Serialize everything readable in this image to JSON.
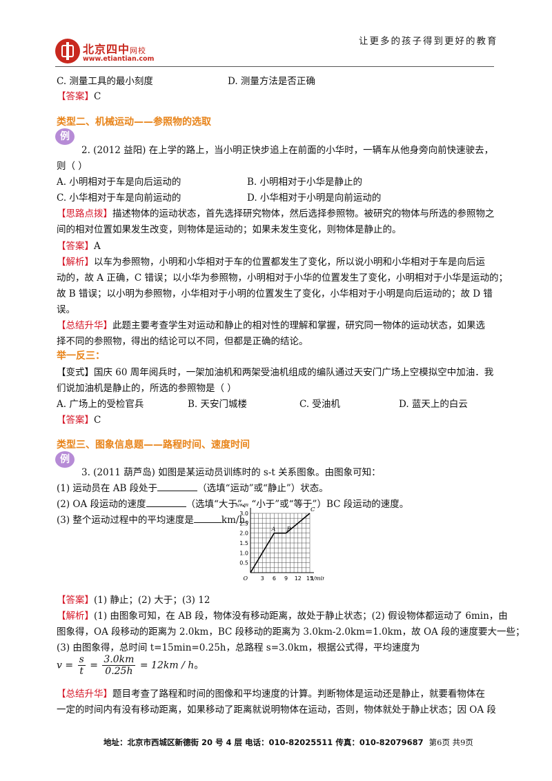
{
  "header": {
    "slogan": "让更多的孩子得到更好的教育",
    "logo_text": "北京四中",
    "logo_sub": "网校",
    "logo_url": "www.etiantian.com"
  },
  "top_options": {
    "c": "C. 测量工具的最小刻度",
    "d": "D. 测量方法是否正确"
  },
  "answer_label": "【答案】",
  "q1_answer": "C",
  "type2": {
    "title": "类型二、机械运动——参照物的选取",
    "example_icon": "例",
    "q_line1": "2. (2012 益阳) 在上学的路上，当小明正快步追上在前面的小华时，一辆车从他身旁向前快速驶去，",
    "q_line2": "则（     ）",
    "opt_a": "A. 小明相对于车是向后运动的",
    "opt_b": "B. 小明相对于小华是静止的",
    "opt_c": "C. 小华相对于车是向前运动的",
    "opt_d": "D. 小华相对于小明是向前运动的",
    "hint_label": "【思路点拨】",
    "hint_line1": "描述物体的运动状态，首先选择研究物体，然后选择参照物。被研究的物体与所选的参照物之",
    "hint_line2": "间的相对位置如果发生改变，则物体是运动的；如果未发生变化，则物体是静止的。",
    "answer": "A",
    "analysis_label": "【解析】",
    "analysis_line1": "以车为参照物，小明和小华相对于车的位置都发生了变化，所以说小明和小华相对于车是向后运",
    "analysis_line2": "动的，故 A 正确，C 错误；以小华为参照物，小明相对于小华的位置发生了变化，小明相对于小华是运动的；",
    "analysis_line3": "故 B 错误；以小明为参照物，小华相对于小明的位置发生了变化，小华相对于小明是向后运动的；故 D 错",
    "analysis_line4": "误。",
    "summary_label": "【总结升华】",
    "summary_line1": "此题主要考查学生对运动和静止的相对性的理解和掌握，研究同一物体的运动状态，如果选",
    "summary_line2": "择不同的参照物，得出的结论可以不同，但都是正确的结论。",
    "practice_title": "举一反三：",
    "variant_line1": "【变式】国庆 60 周年阅兵时，一架加油机和两架受油机组成的编队通过天安门广场上空模拟空中加油．我",
    "variant_line2": "们说加油机是静止的，所选的参照物是（     ）",
    "v_opt_a": "A. 广场上的受检官兵",
    "v_opt_b": "B. 天安门城楼",
    "v_opt_c": "C. 受油机",
    "v_opt_d": "D. 蓝天上的白云",
    "variant_answer": "C"
  },
  "type3": {
    "title": "类型三、图象信息题——路程时间、速度时间",
    "example_icon": "例",
    "q_line1": "3. (2011 葫芦岛) 如图是某运动员训练时的 s-t 关系图象。由图象可知：",
    "q_1a": "(1) 运动员在 AB 段处于",
    "q_1b": "（选填“运动”或“静止”）状态。",
    "q_2a": "(2) OA 段运动的速度",
    "q_2b": "（选填“大于”、“小于”或“等于”）BC 段运动的速度。",
    "q_3a": "(3) 整个运动过程中的平均速度是",
    "q_3b": "km/h。",
    "answer": "(1) 静止；(2) 大于；(3) 12",
    "analysis_label": "【解析】",
    "analysis_line1": "(1) 由图象可知，在 AB 段，物体没有移动距离，故处于静止状态；(2) 假设物体都运动了 6min，由",
    "analysis_line2": "图象得，OA 段移动的距离为 2.0km，BC 段移动的距离为 3.0km-2.0km=1.0km，故 OA 段的速度要大一些；",
    "analysis_line3": "(3) 由图象得，总时间 t=15min=0.25h，总路程 s=3.0km，根据公式得，平均速度为",
    "formula": {
      "v": "v",
      "eq": "=",
      "s": "s",
      "t": "t",
      "num": "3.0km",
      "den": "0.25h",
      "result": "= 12km / h",
      "end": "。"
    },
    "summary_label": "【总结升华】",
    "summary_line1": "题目考查了路程和时间的图像和平均速度的计算。判断物体是运动还是静止，就要看物体在",
    "summary_line2": "一定的时间内有没有移动距离，如果移动了距离就说明物体在运动，否则，物体就处于静止状态；因 OA 段"
  },
  "chart_data": {
    "type": "line",
    "ylabel": "s/km",
    "xlabel": "t/min",
    "origin_label": "O",
    "x": [
      0,
      6,
      9,
      15
    ],
    "y": [
      0,
      2.0,
      2.0,
      3.0
    ],
    "point_labels": [
      "O",
      "A",
      "B",
      "C"
    ],
    "x_ticks": [
      "3",
      "6",
      "9",
      "12",
      "15"
    ],
    "y_ticks": [
      "0.5",
      "1.0",
      "1.5",
      "2.0",
      "2.5",
      "3.0"
    ],
    "xlim": [
      0,
      15
    ],
    "ylim": [
      0,
      3.0
    ],
    "grid": true
  },
  "footer": {
    "address": "地址：北京市西城区新德街 20 号 4 层  电话：010-82025511  传真：010-82079687",
    "page": "第6页  共9页"
  }
}
